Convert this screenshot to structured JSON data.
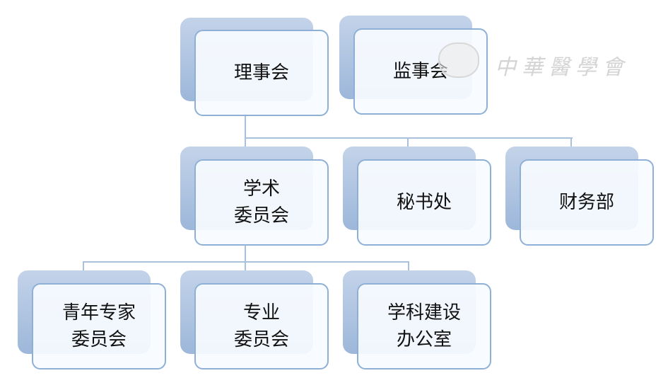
{
  "top": [
    {
      "label": "理事会"
    },
    {
      "label": "监事会"
    }
  ],
  "middle": [
    {
      "label": "学术\n委员会"
    },
    {
      "label": "秘书处"
    },
    {
      "label": "财务部"
    }
  ],
  "bottom": [
    {
      "label": "青年专家\n委员会"
    },
    {
      "label": "专业\n委员会"
    },
    {
      "label": "学科建设\n办公室"
    }
  ],
  "watermark": {
    "text": "中華醫學會"
  },
  "colors": {
    "box_border": "#8fb0d6",
    "shadow": "#9db7da",
    "line": "#a9c1dd"
  }
}
